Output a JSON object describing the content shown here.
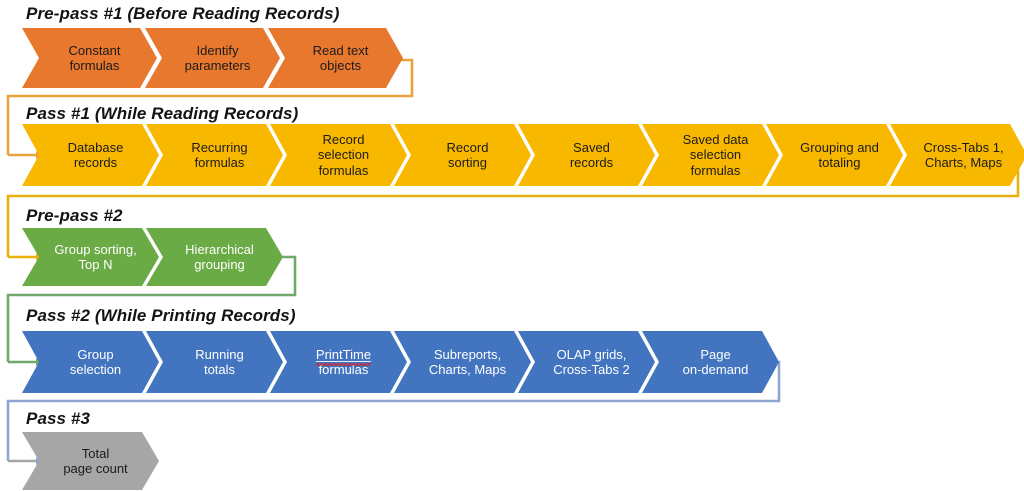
{
  "diagram": {
    "title": "Crystal Reports multi-pass report processing model",
    "background": "#ffffff"
  },
  "colors": {
    "orange_fill": "#E8782D",
    "orange_border": "#E08A37",
    "yellow_fill": "#F9B800",
    "yellow_border": "#E8B10D",
    "green_fill": "#6AAB45",
    "green_border": "#6FA96B",
    "blue_fill": "#4274C0",
    "blue_border": "#8EA5D2",
    "gray_fill": "#A6A6A6",
    "gray_border": "#A0A0A0",
    "text_dark": "#1B1B1B",
    "text_light": "#FFFFFF",
    "spellcheck_underline": "#E02020"
  },
  "sections": [
    {
      "id": "pre-pass-1",
      "title": "Pre-pass #1 (Before Reading Records)",
      "accent": "#E8782D",
      "text_color": "#1B1B1B",
      "steps": [
        {
          "lines": [
            "Constant",
            "formulas"
          ]
        },
        {
          "lines": [
            "Identify",
            "parameters"
          ]
        },
        {
          "lines": [
            "Read text",
            "objects"
          ]
        }
      ]
    },
    {
      "id": "pass-1",
      "title": "Pass #1 (While Reading Records)",
      "accent": "#F9B800",
      "text_color": "#1B1B1B",
      "steps": [
        {
          "lines": [
            "Database",
            "records"
          ]
        },
        {
          "lines": [
            "Recurring",
            "formulas"
          ]
        },
        {
          "lines": [
            "Record",
            "selection",
            "formulas"
          ]
        },
        {
          "lines": [
            "Record",
            "sorting"
          ]
        },
        {
          "lines": [
            "Saved",
            "records"
          ]
        },
        {
          "lines": [
            "Saved data",
            "selection",
            "formulas"
          ]
        },
        {
          "lines": [
            "Grouping and",
            "totaling"
          ]
        },
        {
          "lines": [
            "Cross-Tabs 1,",
            "Charts, Maps"
          ]
        }
      ]
    },
    {
      "id": "pre-pass-2",
      "title": "Pre-pass #2",
      "accent": "#6AAB45",
      "text_color": "#FFFFFF",
      "steps": [
        {
          "lines": [
            "Group sorting,",
            "Top N"
          ]
        },
        {
          "lines": [
            "Hierarchical",
            "grouping"
          ]
        }
      ]
    },
    {
      "id": "pass-2",
      "title": "Pass #2 (While Printing Records)",
      "accent": "#4274C0",
      "text_color": "#FFFFFF",
      "steps": [
        {
          "lines": [
            "Group",
            "selection"
          ]
        },
        {
          "lines": [
            "Running",
            "totals"
          ]
        },
        {
          "lines": [
            "PrintTime",
            "formulas"
          ],
          "spellcheck_line": 0
        },
        {
          "lines": [
            "Subreports,",
            "Charts, Maps"
          ]
        },
        {
          "lines": [
            "OLAP grids,",
            "Cross-Tabs 2"
          ]
        },
        {
          "lines": [
            "Page",
            "on-demand"
          ]
        }
      ]
    },
    {
      "id": "pass-3",
      "title": "Pass #3",
      "accent": "#A6A6A6",
      "text_color": "#1B1B1B",
      "steps": [
        {
          "lines": [
            "Total",
            "page count"
          ]
        }
      ]
    }
  ]
}
